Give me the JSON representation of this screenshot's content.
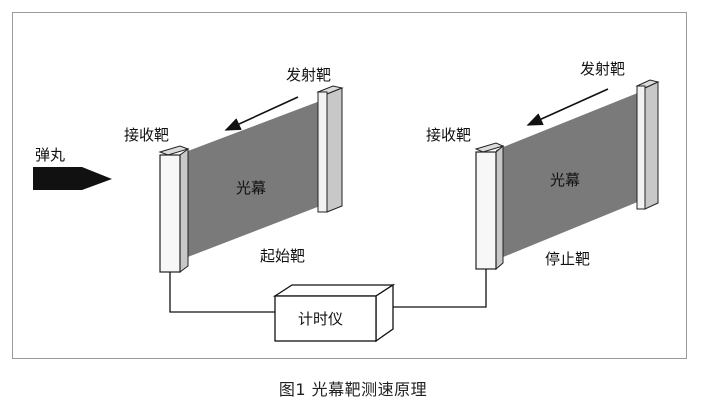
{
  "labels": {
    "bullet": "弹丸",
    "emitter_left": "发射靶",
    "emitter_right": "发射靶",
    "receiver_left": "接收靶",
    "receiver_right": "接收靶",
    "curtain_left": "光幕",
    "curtain_right": "光幕",
    "start_target": "起始靶",
    "stop_target": "停止靶",
    "timer": "计时仪"
  },
  "caption": "图1  光幕靶测速原理"
}
